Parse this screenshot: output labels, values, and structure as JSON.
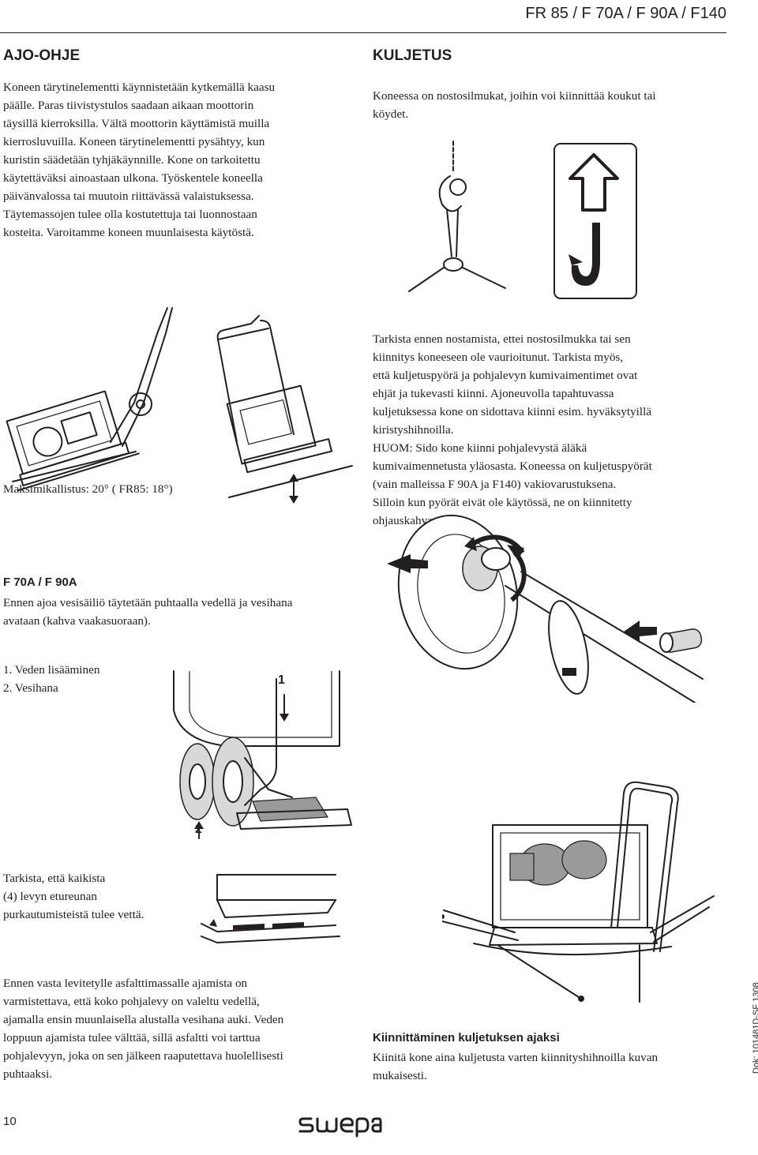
{
  "header": {
    "title": "FR 85 / F 70A / F 90A / F140"
  },
  "left": {
    "section_title": "AJO-OHJE",
    "intro_lines": [
      "Koneen tärytinelementti käynnistetään kytkemällä kaasu",
      "päälle. Paras tiivistystulos saadaan aikaan moottorin",
      "täysillä kierroksilla. Vältä moottorin käyttämistä muilla",
      "kierrosluvuilla. Koneen tärytinelementti pysähtyy, kun",
      "kuristin säädetään tyhjäkäynnille. Kone on tarkoitettu",
      "käytettäväksi ainoastaan ulkona. Työskentele koneella",
      "päivänvalossa tai muutoin riittävässä valaistuksessa.",
      "Täytemassojen tulee olla kostutettuja tai luonnostaan",
      "kosteita. Varoitamme koneen muunlaisesta käytöstä."
    ],
    "tilt_caption": "Maksimikallistus: 20° ( FR85: 18°)",
    "f70_title": "F 70A / F 90A",
    "f70_lines": [
      "Ennen ajoa vesisäiliö täytetään puhtaalla vedellä ja vesihana",
      "avataan (kahva vaakasuoraan)."
    ],
    "list": [
      "1. Veden lisääminen",
      "2. Vesihana"
    ],
    "callout_1": "1",
    "callout_2": "2",
    "check_lines": [
      "Tarkista, että kaikista",
      "(4) levyn etureunan",
      "purkautumisteistä tulee vettä."
    ],
    "asphalt_lines": [
      "Ennen vasta levitetylle asfalttimassalle ajamista on",
      "varmistettava, että koko pohjalevy on valeltu vedellä,",
      "ajamalla ensin muunlaisella alustalla vesihana auki. Veden",
      "loppuun ajamista tulee välttää, sillä asfaltti voi tarttua",
      "pohjalevyyn, joka on sen jälkeen raaputettava huolellisesti",
      "puhtaaksi."
    ]
  },
  "right": {
    "section_title": "KULJETUS",
    "intro_lines": [
      "Koneessa on nostosilmukat, joihin voi kiinnittää koukut tai",
      "köydet."
    ],
    "check_lines": [
      "Tarkista ennen nostamista, ettei nostosilmukka tai sen",
      "kiinnitys koneeseen ole vaurioitunut. Tarkista myös,",
      "että kuljetuspyörä ja pohjalevyn kumivaimentimet ovat",
      "ehjät ja tukevasti kiinni. Ajoneuvolla tapahtuvassa",
      "kuljetuksessa kone on sidottava kiinni esim. hyväksytyillä",
      "kiristyshihnoilla.",
      "HUOM: Sido kone kiinni pohjalevystä äläkä",
      "kumivaimennetusta yläosasta. Koneessa on kuljetuspyörät",
      "(vain malleissa F 90A ja F140) vakiovarustuksena.",
      "Silloin kun pyörät eivät ole käytössä, ne on kiinnitetty",
      "ohjauskahvaan."
    ],
    "secure_title": "Kiinnittäminen kuljetuksen ajaksi",
    "secure_lines": [
      "Kiinitä kone aina kuljetusta varten kiinnityshihnoilla kuvan",
      "mukaisesti."
    ]
  },
  "footer": {
    "page_number": "10",
    "logo_text": "swepac",
    "doc_code": "Dok: 101481D-SF  1308"
  }
}
